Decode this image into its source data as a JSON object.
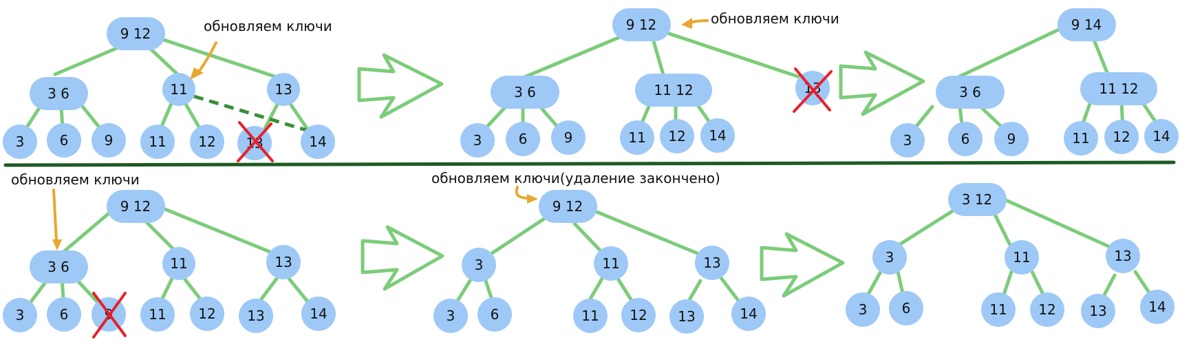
{
  "colors": {
    "node_fill": "#9ec9f6",
    "edge": "#7ccc7a",
    "dashed_edge": "#3a8f3a",
    "divider": "#1e5a22",
    "note_arrow": "#e6a830",
    "cross": "#e8202a",
    "big_arrow": "#7ccc7a",
    "text": "#111111"
  },
  "notes": {
    "n1": "обновляем ключи",
    "n2": "обновляем ключи",
    "n3": "обновляем ключи",
    "n4": "обновляем ключи(удаление закончено)"
  },
  "nodes": {
    "p1_root": "9 12",
    "p1_l": "3 6",
    "p1_m": "11",
    "p1_r": "13",
    "p1_l1": "3",
    "p1_l2": "6",
    "p1_l3": "9",
    "p1_m1": "11",
    "p1_m2": "12",
    "p1_r1": "13",
    "p1_r2": "14",
    "p2_root": "9 12",
    "p2_l": "3 6",
    "p2_m": "11 12",
    "p2_r": "13",
    "p2_l1": "3",
    "p2_l2": "6",
    "p2_l3": "9",
    "p2_m1": "11",
    "p2_m2": "12",
    "p2_m3": "14",
    "p3_root": "9 14",
    "p3_l": "3 6",
    "p3_m": "11 12",
    "p3_l1": "3",
    "p3_l2": "6",
    "p3_l3": "9",
    "p3_m1": "11",
    "p3_m2": "12",
    "p3_m3": "14",
    "p4_root": "9 12",
    "p4_l": "3 6",
    "p4_m": "11",
    "p4_r": "13",
    "p4_l1": "3",
    "p4_l2": "6",
    "p4_l3": "9",
    "p4_m1": "11",
    "p4_m2": "12",
    "p4_r1": "13",
    "p4_r2": "14",
    "p5_root": "9 12",
    "p5_l": "3",
    "p5_m": "11",
    "p5_r": "13",
    "p5_l1": "3",
    "p5_l2": "6",
    "p5_m1": "11",
    "p5_m2": "12",
    "p5_r1": "13",
    "p5_r2": "14",
    "p6_root": "3 12",
    "p6_l": "3",
    "p6_m": "11",
    "p6_r": "13",
    "p6_l1": "3",
    "p6_l2": "6",
    "p6_m1": "11",
    "p6_m2": "12",
    "p6_r1": "13",
    "p6_r2": "14"
  }
}
